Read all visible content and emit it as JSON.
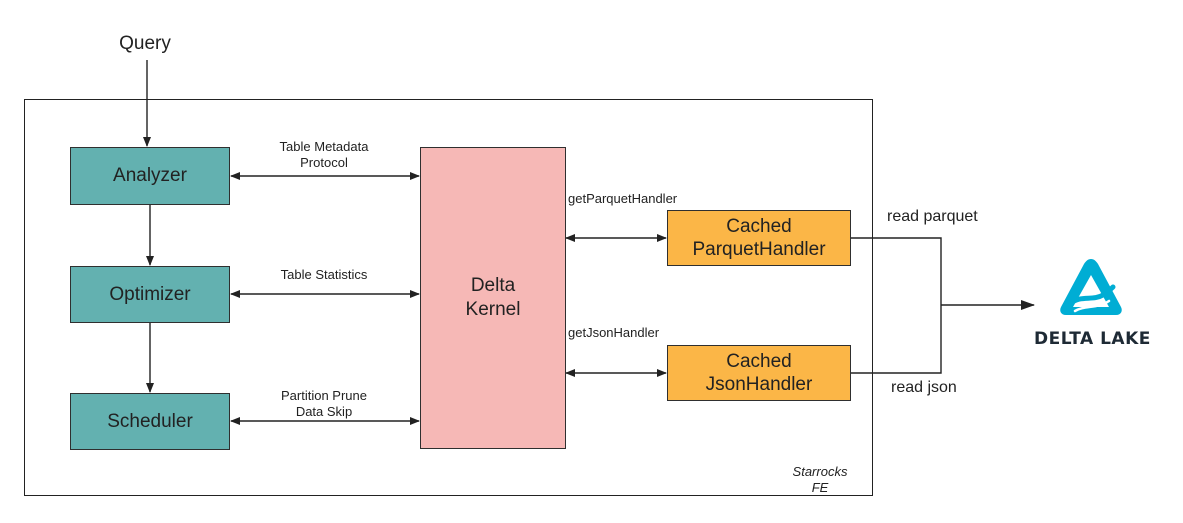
{
  "query_label": "Query",
  "frame": {
    "label_line1": "Starrocks",
    "label_line2": "FE"
  },
  "fe_components": {
    "analyzer": "Analyzer",
    "optimizer": "Optimizer",
    "scheduler": "Scheduler"
  },
  "kernel": {
    "line1": "Delta",
    "line2": "Kernel"
  },
  "handlers": {
    "parquet": {
      "line1": "Cached",
      "line2": "ParquetHandler"
    },
    "json": {
      "line1": "Cached",
      "line2": "JsonHandler"
    }
  },
  "edge_labels": {
    "analyzer_kernel_1": "Table Metadata",
    "analyzer_kernel_2": "Protocol",
    "optimizer_kernel": "Table Statistics",
    "scheduler_kernel_1": "Partition Prune",
    "scheduler_kernel_2": "Data Skip",
    "get_parquet": "getParquetHandler",
    "get_json": "getJsonHandler",
    "read_parquet": "read parquet",
    "read_json": "read json"
  },
  "delta_lake": {
    "text": "DELTA LAKE",
    "color": "#00add4"
  },
  "colors": {
    "teal": "#63b1b0",
    "pink": "#f6b8b6",
    "orange": "#fbb647"
  }
}
